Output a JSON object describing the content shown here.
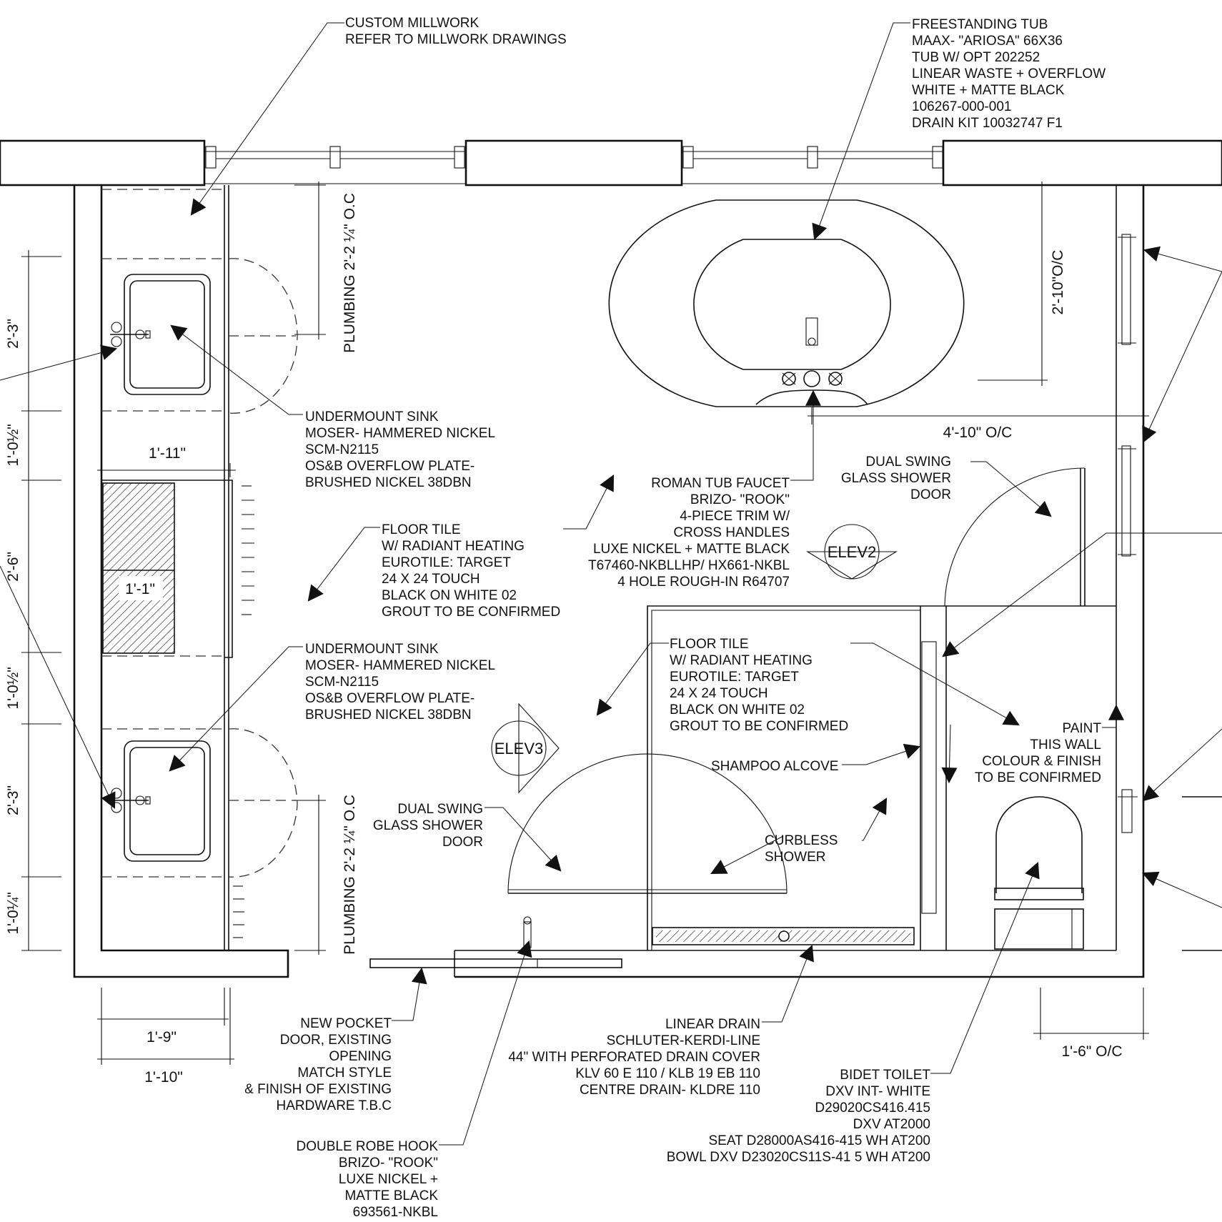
{
  "notes": {
    "millwork": [
      "CUSTOM MILLWORK",
      "REFER TO MILLWORK DRAWINGS"
    ],
    "tub": [
      "FREESTANDING TUB",
      "MAAX- \"ARIOSA\" 66X36",
      "TUB W/ OPT 202252",
      "LINEAR WASTE + OVERFLOW",
      "WHITE + MATTE BLACK",
      "106267-000-001",
      "DRAIN KIT 10032747 F1"
    ],
    "sink_upper": [
      "UNDERMOUNT SINK",
      "MOSER- HAMMERED NICKEL",
      "SCM-N2115",
      "OS&B OVERFLOW PLATE-",
      "BRUSHED NICKEL 38DBN"
    ],
    "sink_lower": [
      "UNDERMOUNT SINK",
      "MOSER- HAMMERED NICKEL",
      "SCM-N2115",
      "OS&B OVERFLOW PLATE-",
      "BRUSHED NICKEL 38DBN"
    ],
    "floor_tile_main": [
      "FLOOR TILE",
      "W/ RADIANT HEATING",
      "EUROTILE: TARGET",
      "24 X 24 TOUCH",
      "BLACK ON WHITE 02",
      "GROUT TO BE CONFIRMED"
    ],
    "floor_tile_shower": [
      "FLOOR TILE",
      "W/ RADIANT HEATING",
      "EUROTILE: TARGET",
      "24 X 24 TOUCH",
      "BLACK ON WHITE 02",
      "GROUT TO BE CONFIRMED"
    ],
    "tub_faucet": [
      "ROMAN TUB FAUCET",
      "BRIZO- \"ROOK\"",
      "4-PIECE TRIM W/",
      "CROSS HANDLES",
      "LUXE NICKEL + MATTE BLACK",
      "T67460-NKBLLHP/ HX661-NKBL",
      "4 HOLE ROUGH-IN R64707"
    ],
    "shower_door_upper": [
      "DUAL SWING",
      "GLASS SHOWER",
      "DOOR"
    ],
    "shower_door_lower": [
      "DUAL SWING",
      "GLASS SHOWER",
      "DOOR"
    ],
    "shampoo": [
      "SHAMPOO ALCOVE"
    ],
    "curbless": [
      "CURBLESS",
      "SHOWER"
    ],
    "paint": [
      "PAINT",
      "THIS WALL",
      "COLOUR & FINISH",
      "TO BE CONFIRMED"
    ],
    "pocket_door": [
      "NEW POCKET",
      "DOOR, EXISTING",
      "OPENING",
      "MATCH STYLE",
      "& FINISH OF EXISTING",
      "HARDWARE T.B.C"
    ],
    "linear_drain": [
      "LINEAR DRAIN",
      "SCHLUTER-KERDI-LINE",
      "44\" WITH PERFORATED DRAIN COVER",
      "KLV 60 E 110 / KLB 19 EB 110",
      "CENTRE DRAIN- KLDRE 110"
    ],
    "bidet": [
      "BIDET TOILET",
      "DXV INT- WHITE",
      "D29020CS416.415",
      "DXV AT2000",
      "SEAT D28000AS416-415 WH AT200",
      "BOWL DXV D23020CS11S-41 5 WH AT200"
    ],
    "robe_hook": [
      "DOUBLE ROBE HOOK",
      "BRIZO- \"ROOK\"",
      "LUXE NICKEL +",
      "MATTE BLACK",
      "693561-NKBL"
    ]
  },
  "dimensions": {
    "left_1": "2'-3\"",
    "left_2": "1'-0½\"",
    "left_3": "2'-6\"",
    "left_4": "1'-0½\"",
    "left_5": "2'-3\"",
    "left_6": "1'-0¼\"",
    "plumbing_top": "PLUMBING 2'-2 ¼\" O.C",
    "plumbing_bottom": "PLUMBING 2'-2 ¼\" O.C",
    "vanity_width": "1'-11\"",
    "niche": "1'-1\"",
    "base_1": "1'-9\"",
    "base_2": "1'-10\"",
    "tub_depth": "2'-10\"O/C",
    "tub_to_wall": "4'-10\" O/C",
    "bidet_oc": "1'-6\" O/C"
  },
  "elevations": {
    "elev2": "ELEV2",
    "elev3": "ELEV3"
  }
}
